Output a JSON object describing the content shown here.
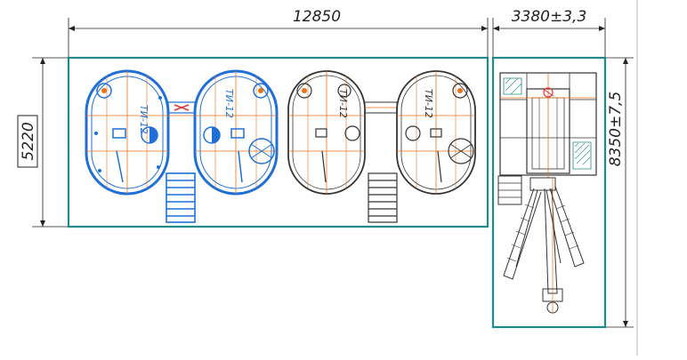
{
  "dimensions": {
    "overall_length": "12850",
    "side_width": "3380±3,3",
    "height_left": "5220",
    "height_right": "8350±7,5"
  },
  "tank_labels": [
    "ТИ-12",
    "ТИ-12",
    "ТИ-12",
    "ТИ-12"
  ],
  "colors": {
    "frame": "#1f8a8a",
    "highlight": "#1f6fd6",
    "crosshair": "#e8731a",
    "line": "#333333",
    "accent_red": "#e23a3a"
  }
}
